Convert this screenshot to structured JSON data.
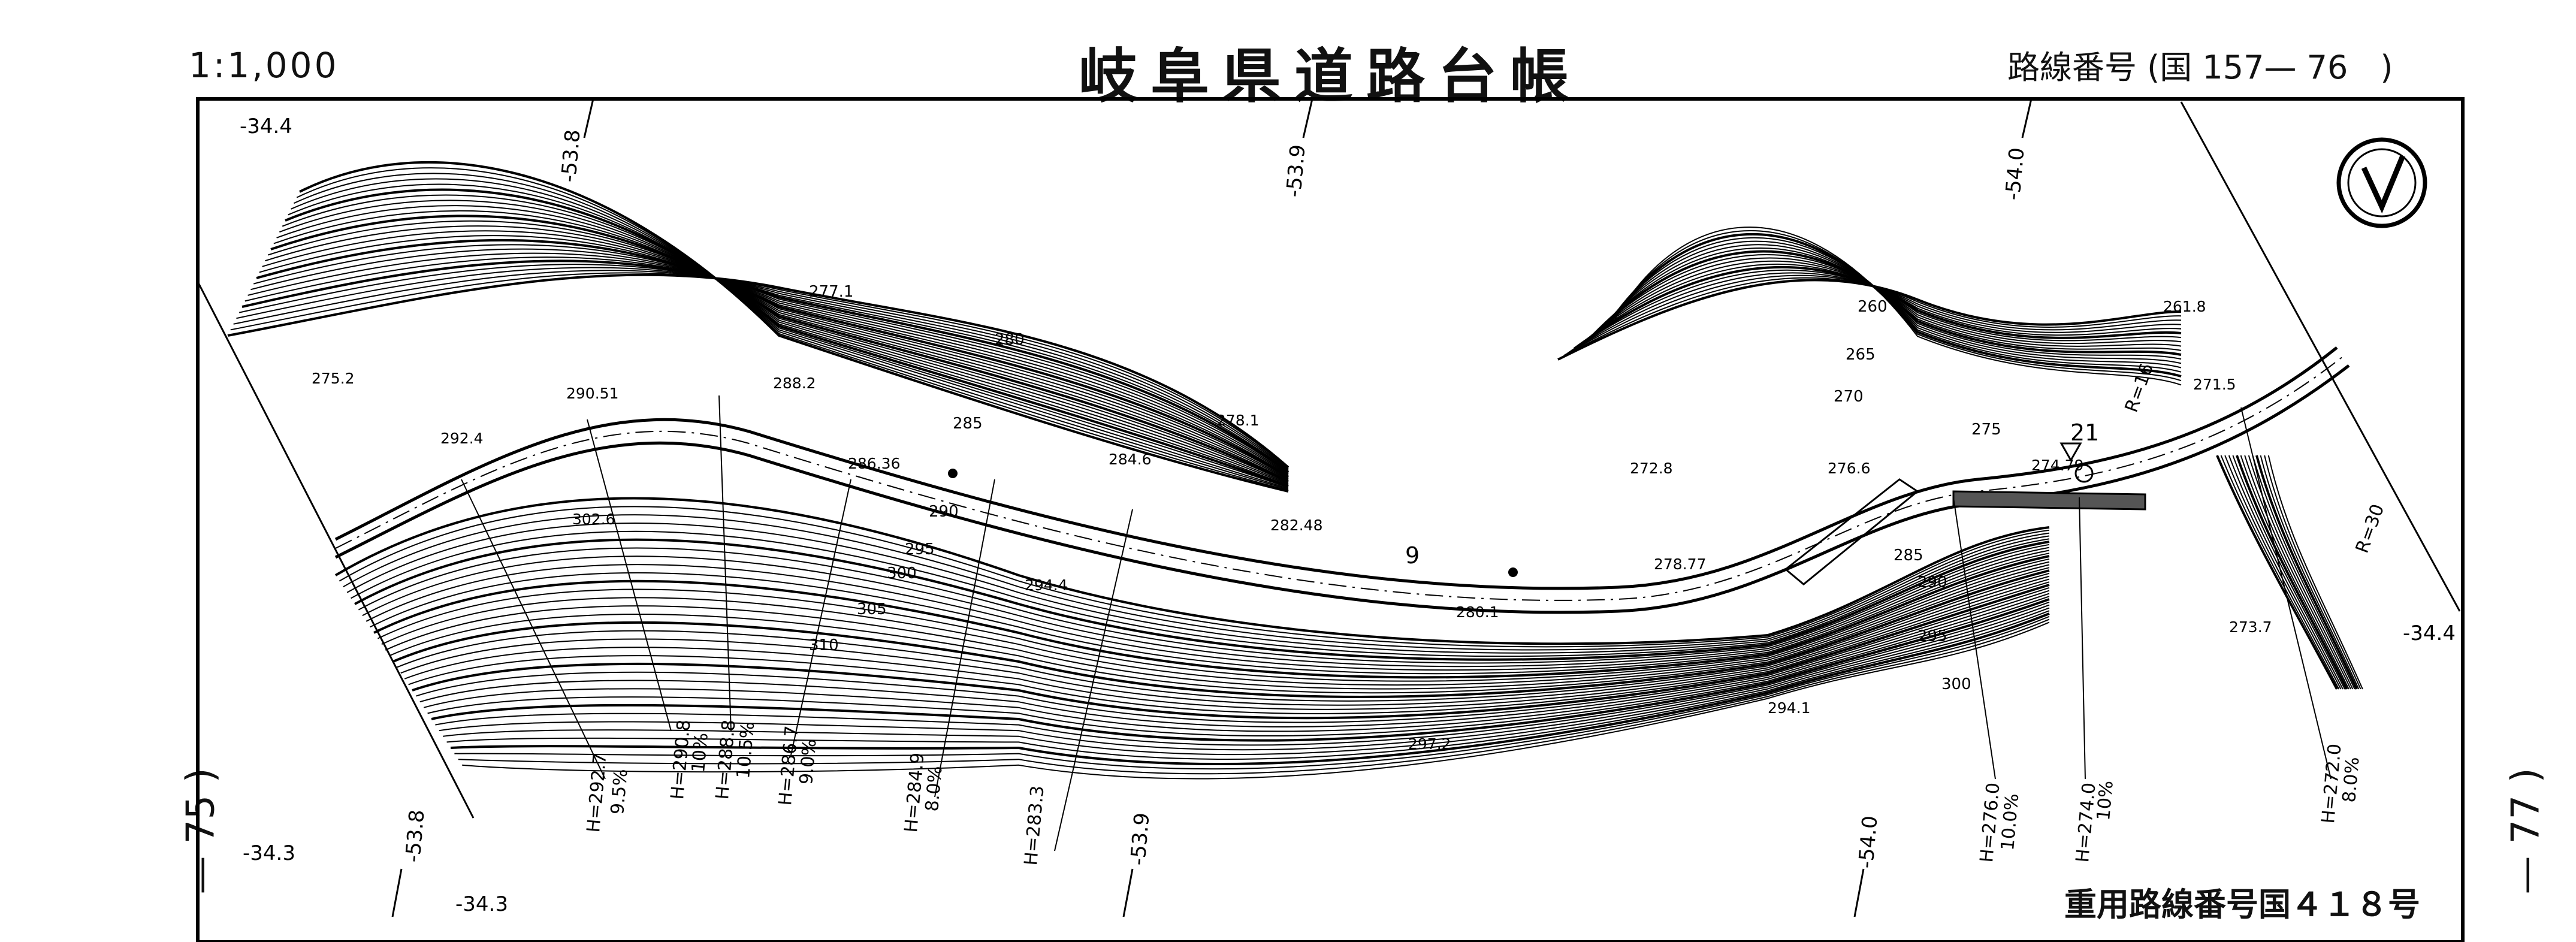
{
  "header": {
    "scale": "1:1,000",
    "title": "岐阜県道路台帳",
    "route_number": "路線番号 (国 157— 76　)"
  },
  "footer": {
    "overlap_route": "重用路線番号国４１８号"
  },
  "page_markers": {
    "left": "— 75 )",
    "right": "— 77 )"
  },
  "grid_labels": {
    "top": [
      "-34.4",
      "-53.8",
      "-53.9",
      "-54.0"
    ],
    "bottom": [
      "-34.3",
      "-53.8",
      "-34.3",
      "-53.9",
      "-54.0"
    ],
    "right": [
      "-34.4"
    ]
  },
  "contour_labels": [
    "277.1",
    "280",
    "285",
    "290",
    "295",
    "300",
    "305",
    "310",
    "260",
    "265",
    "270",
    "275",
    "285",
    "290",
    "295",
    "300"
  ],
  "spot_heights": [
    "275.2",
    "290.51",
    "288.2",
    "292.4",
    "286.36",
    "284.6",
    "278.1",
    "302.6",
    "282.48",
    "294.4",
    "272.8",
    "276.6",
    "278.77",
    "280.1",
    "297.2",
    "294.1",
    "274.79",
    "261.8",
    "271.5",
    "273.7"
  ],
  "gradient_labels": [
    {
      "h": "H=292.7",
      "pct": "9.5%"
    },
    {
      "h": "H=290.8",
      "pct": "10%"
    },
    {
      "h": "H=288.8",
      "pct": "10.5%"
    },
    {
      "h": "H=286.7",
      "pct": "9.0%"
    },
    {
      "h": "H=284.9",
      "pct": "8.0%"
    },
    {
      "h": "H=283.3",
      "pct": ""
    },
    {
      "h": "H=276.0",
      "pct": "10.0%"
    },
    {
      "h": "H=274.0",
      "pct": "10%"
    },
    {
      "h": "H=272.0",
      "pct": "8.0%"
    }
  ],
  "curve_labels": [
    "R=16",
    "R=30"
  ],
  "route_markers": [
    "21",
    "9"
  ],
  "icons": [
    "north-arrow-icon"
  ]
}
